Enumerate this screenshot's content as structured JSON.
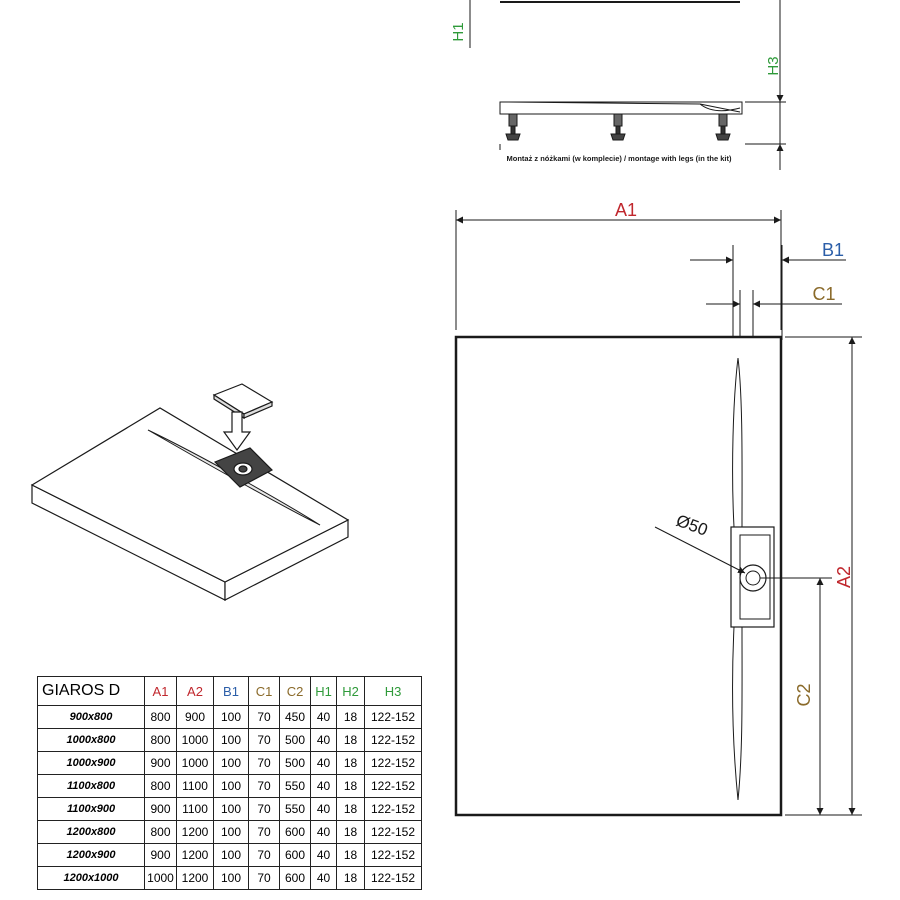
{
  "colors": {
    "a": "#c0272d",
    "b": "#2b5ea8",
    "c": "#8a6a2a",
    "h": "#2f9a3a",
    "line": "#1a1a1a"
  },
  "drawing": {
    "labels": {
      "h1": "H1",
      "h3": "H3",
      "a1": "A1",
      "a2": "A2",
      "b1": "B1",
      "c1": "C1",
      "c2": "C2",
      "diameter": "Ø50"
    },
    "montage_caption": "Montaż z nóżkami (w komplecie) / montage with legs (in the kit)",
    "icons": [
      "down-arrow-icon"
    ]
  },
  "table": {
    "headers": [
      "GIAROS D",
      "A1",
      "A2",
      "B1",
      "C1",
      "C2",
      "H1",
      "H2",
      "H3"
    ],
    "rows": [
      [
        "900x800",
        "800",
        "900",
        "100",
        "70",
        "450",
        "40",
        "18",
        "122-152"
      ],
      [
        "1000x800",
        "800",
        "1000",
        "100",
        "70",
        "500",
        "40",
        "18",
        "122-152"
      ],
      [
        "1000x900",
        "900",
        "1000",
        "100",
        "70",
        "500",
        "40",
        "18",
        "122-152"
      ],
      [
        "1100x800",
        "800",
        "1100",
        "100",
        "70",
        "550",
        "40",
        "18",
        "122-152"
      ],
      [
        "1100x900",
        "900",
        "1100",
        "100",
        "70",
        "550",
        "40",
        "18",
        "122-152"
      ],
      [
        "1200x800",
        "800",
        "1200",
        "100",
        "70",
        "600",
        "40",
        "18",
        "122-152"
      ],
      [
        "1200x900",
        "900",
        "1200",
        "100",
        "70",
        "600",
        "40",
        "18",
        "122-152"
      ],
      [
        "1200x1000",
        "1000",
        "1200",
        "100",
        "70",
        "600",
        "40",
        "18",
        "122-152"
      ]
    ]
  }
}
